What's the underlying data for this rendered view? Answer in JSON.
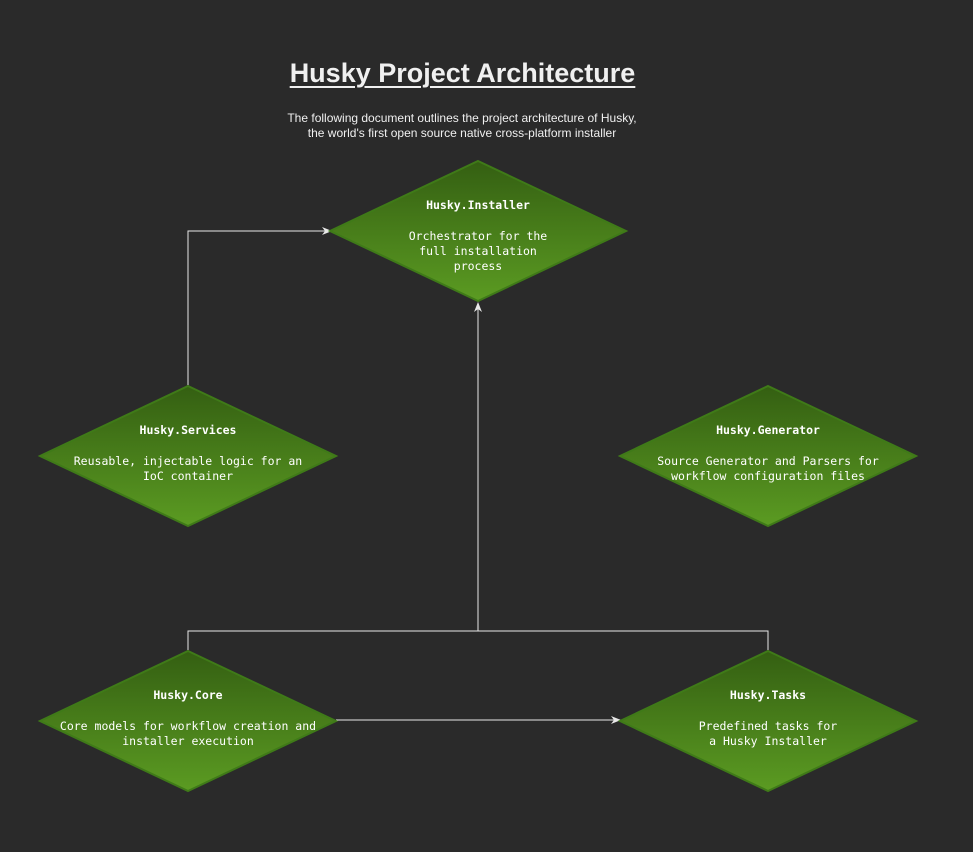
{
  "title": "Husky Project Architecture",
  "subtitle_line1": "The following document outlines the project architecture of Husky,",
  "subtitle_line2": "the world's first open source native cross-platform installer",
  "colors": {
    "background": "#2a2a2a",
    "node_fill_top": "#3a6b14",
    "node_fill_bottom": "#5a9a22",
    "node_stroke": "#3f7a18",
    "connector": "#e8e8e8"
  },
  "nodes": {
    "installer": {
      "title": "Husky.Installer",
      "description": "Orchestrator for the full installation process"
    },
    "services": {
      "title": "Husky.Services",
      "description": "Reusable, injectable logic for an IoC container"
    },
    "generator": {
      "title": "Husky.Generator",
      "description": "Source Generator and Parsers for workflow configuration files"
    },
    "core": {
      "title": "Husky.Core",
      "description": "Core models for workflow creation and installer execution"
    },
    "tasks": {
      "title": "Husky.Tasks",
      "description": "Predefined tasks for a Husky Installer"
    }
  }
}
